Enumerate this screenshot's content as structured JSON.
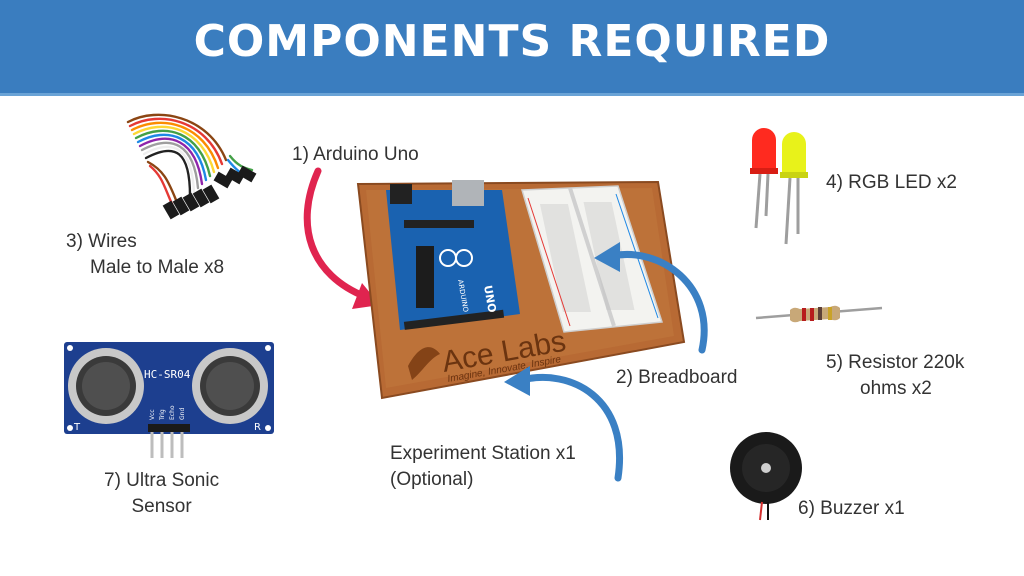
{
  "slide": {
    "title": "COMPONENTS REQUIRED",
    "labels": {
      "arduino": "1) Arduino Uno",
      "breadboard": "2) Breadboard",
      "wires_line1": "3) Wires",
      "wires_line2": "Male to Male x8",
      "led": "4) RGB LED x2",
      "resistor_line1": "5) Resistor 220k",
      "resistor_line2": "ohms x2",
      "buzzer": "6) Buzzer x1",
      "sensor_line1": "7) Ultra Sonic",
      "sensor_line2": "Sensor",
      "station_line1": "Experiment Station x1",
      "station_line2": "(Optional)"
    },
    "station_brand": {
      "name": "Ace Labs",
      "tagline": "Imagine, Innovate, Inspire"
    },
    "sensor_print": {
      "model": "HC-SR04",
      "pins": [
        "Vcc",
        "Trig",
        "Echo",
        "Gnd"
      ],
      "left_mark": "T",
      "right_mark": "R"
    },
    "board_print": {
      "name": "UNO",
      "brand": "ARDUINO"
    },
    "colors": {
      "header": "#3a7dbf",
      "arrow_red": "#e0244f",
      "arrow_blue": "#3a80c4",
      "wood": "#b86a34",
      "board": "#1a62b0"
    }
  }
}
